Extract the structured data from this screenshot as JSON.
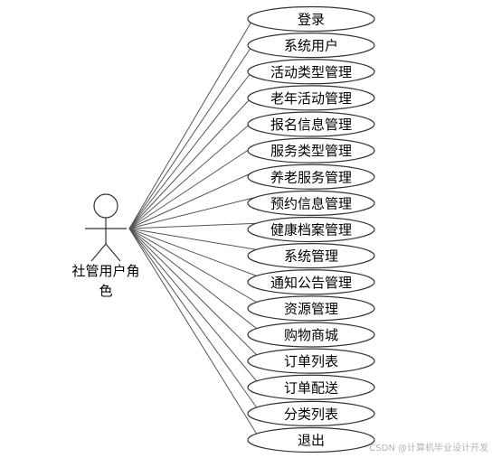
{
  "actor": {
    "label_line1": "社管用户角",
    "label_line2": "色"
  },
  "use_cases": [
    "登录",
    "系统用户",
    "活动类型管理",
    "老年活动管理",
    "报名信息管理",
    "服务类型管理",
    "养老服务管理",
    "预约信息管理",
    "健康档案管理",
    "系统管理",
    "通知公告管理",
    "资源管理",
    "购物商城",
    "订单列表",
    "订单配送",
    "分类列表",
    "退出"
  ],
  "watermark": "CSDN @计算机毕业设计开发",
  "colors": {
    "line": "#555555",
    "ellipse_fill": "#ffffff",
    "ellipse_stroke": "#333333"
  }
}
